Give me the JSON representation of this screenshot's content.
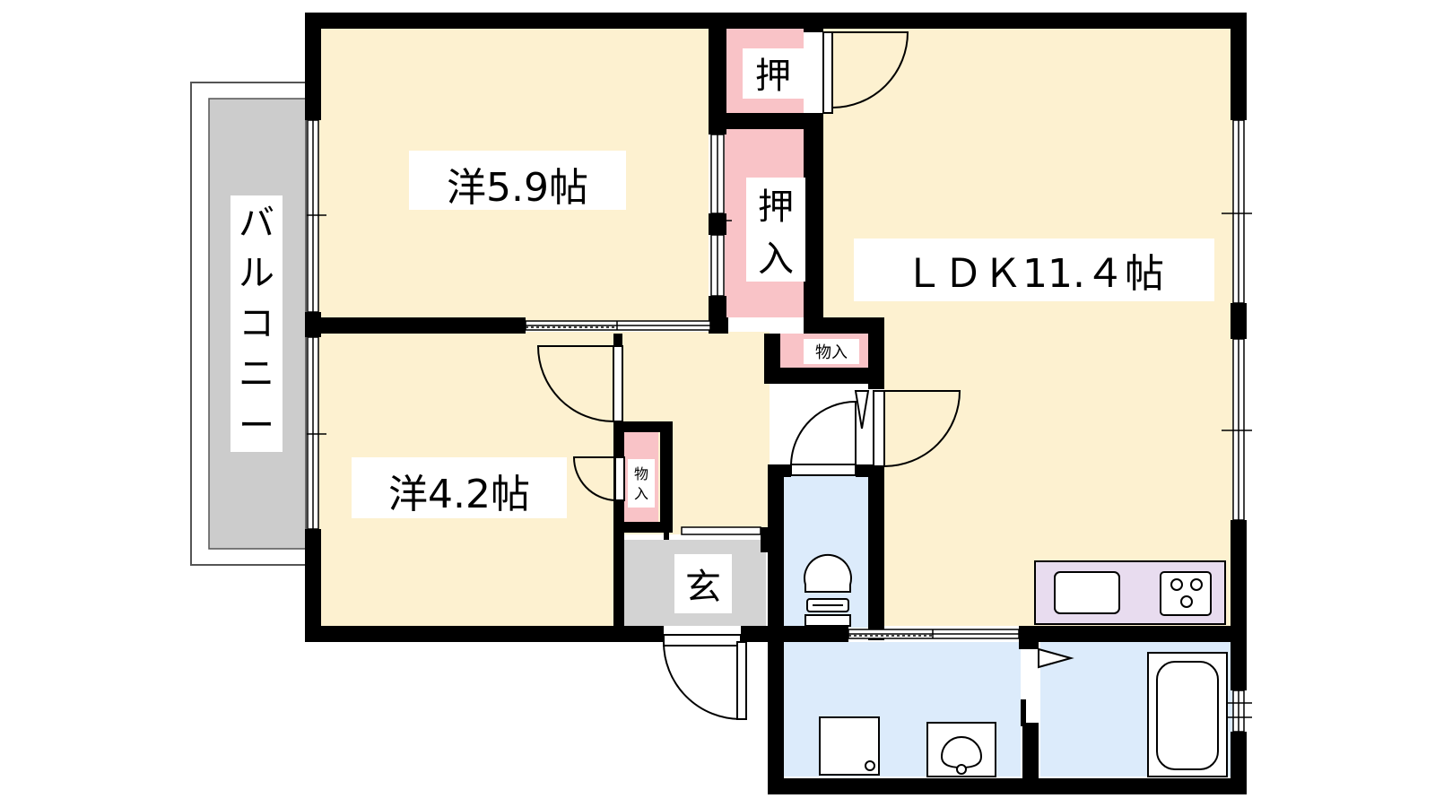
{
  "colors": {
    "room": "#fdf1d0",
    "closet": "#f9c3c7",
    "wet": "#dcebfb",
    "entrance": "#d3d3d3",
    "kitchen": "#e8dcef",
    "balcony": "#cccccc",
    "wall": "#000000"
  },
  "rooms": {
    "western_a": "洋5.9帖",
    "western_b": "洋4.2帖",
    "ldk": "ＬＤＫ11.４帖",
    "closet_top": "押",
    "closet_mid_1": "押",
    "closet_mid_2": "入",
    "storage_hall": "物入",
    "storage_small_1": "物",
    "storage_small_2": "入",
    "entrance": "玄",
    "balcony": [
      "バ",
      "ル",
      "コ",
      "ニ",
      "ー"
    ]
  },
  "icons": [
    "door-swing-icon",
    "toilet-icon",
    "bathtub-icon",
    "washbasin-icon",
    "washing-machine-icon",
    "sink-icon",
    "stove-icon",
    "window-icon"
  ]
}
